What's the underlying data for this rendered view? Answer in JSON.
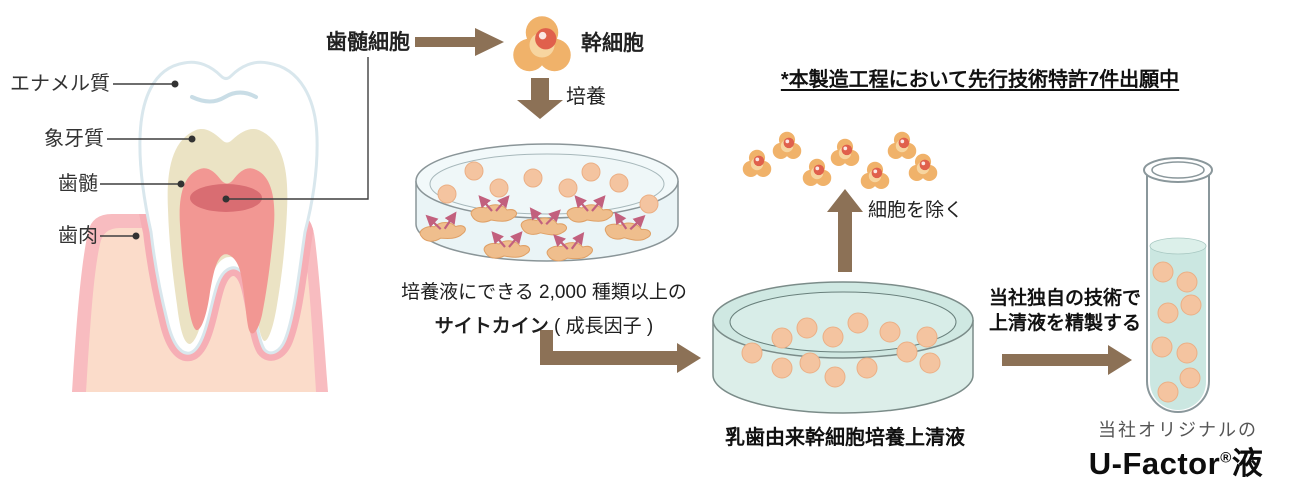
{
  "tooth_labels": {
    "enamel": "エナメル質",
    "dentin": "象牙質",
    "pulp": "歯髄",
    "gum": "歯肉"
  },
  "flow": {
    "pulp_cells": "歯髄細胞",
    "stem_cell": "幹細胞",
    "culture": "培養",
    "remove_cells": "細胞を除く"
  },
  "dish1_caption": {
    "line1": "培養液にできる 2,000 種類以上の",
    "line2_bold": "サイトカイン",
    "line2_rest": " ( 成長因子 )"
  },
  "patent_note": "*本製造工程において先行技術特許7件出願中",
  "dish2_label": "乳歯由来幹細胞培養上清液",
  "refine": {
    "line1": "当社独自の技術で",
    "line2": "上清液を精製する"
  },
  "product": {
    "prefix": "当社オリジナルの",
    "name_latin": "U-Factor",
    "reg_mark": "®",
    "name_suffix": "液"
  },
  "colors": {
    "arrow_brown": "#8C7156",
    "cell_peach": "#F4C4A0",
    "stem_cell_body": "#F0B26A",
    "stem_cell_nucleus": "#E0604C",
    "dish1_liquid": "#EFF7F8",
    "dish2_liquid": "#D2EAE4",
    "tube_liquid": "#CBE7E1",
    "enamel_outline": "#D9E7ED",
    "dentin_fill": "#EBE3C4",
    "pulp_fill": "#F29793",
    "pulp_dark": "#D96D72",
    "gum_outer": "#F8BCC0",
    "gum_inner": "#FBDCCA",
    "secrete_arrow": "#C2607E"
  }
}
